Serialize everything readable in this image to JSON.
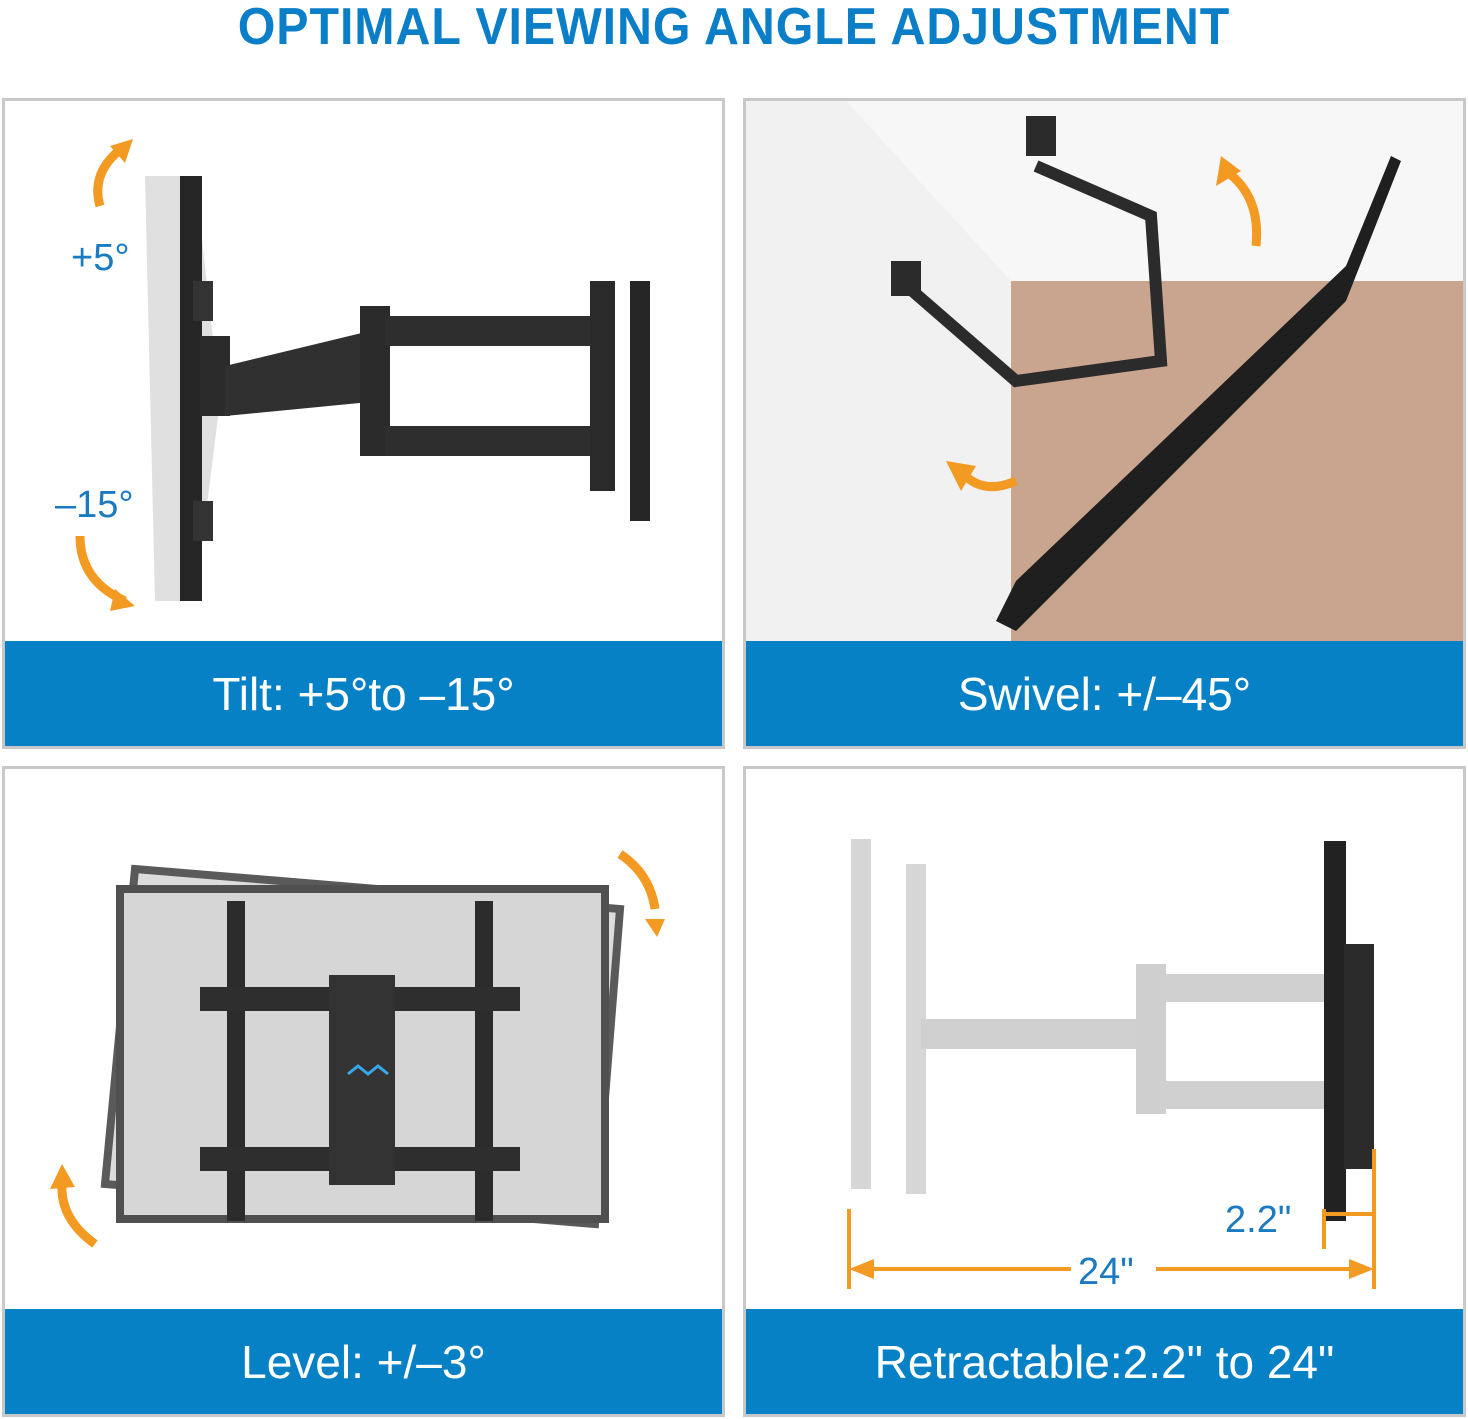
{
  "header": {
    "title": "OPTIMAL VIEWING ANGLE ADJUSTMENT"
  },
  "panels": [
    {
      "id": "tilt",
      "caption": "Tilt: +5°to –15°",
      "annotations": {
        "upper_angle": "+5°",
        "lower_angle": "–15°"
      }
    },
    {
      "id": "swivel",
      "caption": "Swivel: +/–45°"
    },
    {
      "id": "level",
      "caption": "Level: +/–3°"
    },
    {
      "id": "retractable",
      "caption": "Retractable:2.2\" to 24\"",
      "annotations": {
        "min_extension": "2.2\"",
        "max_extension": "24\""
      }
    }
  ],
  "colors": {
    "accent_blue": "#0781c6",
    "title_blue": "#0a7ec7",
    "arrow_orange": "#f39a22",
    "panel_border": "#c8c8c8",
    "mount_black": "#2a2a2a",
    "wood": "#c9a58f"
  }
}
